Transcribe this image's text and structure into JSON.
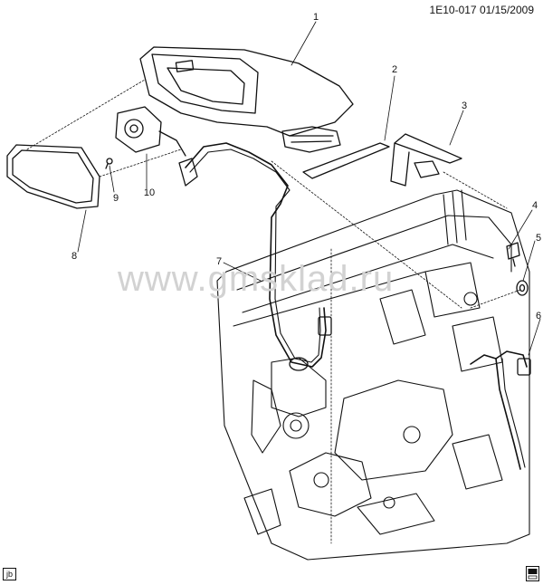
{
  "header": {
    "code": "1E10-017",
    "date": "01/15/2009"
  },
  "watermark": "www.gmsklad.ru",
  "corner_tag": "jb",
  "callouts": [
    {
      "id": "1",
      "label": "1"
    },
    {
      "id": "2",
      "label": "2"
    },
    {
      "id": "3",
      "label": "3"
    },
    {
      "id": "4",
      "label": "4"
    },
    {
      "id": "5",
      "label": "5"
    },
    {
      "id": "6",
      "label": "6"
    },
    {
      "id": "7",
      "label": "7"
    },
    {
      "id": "8",
      "label": "8"
    },
    {
      "id": "9",
      "label": "9"
    },
    {
      "id": "10",
      "label": "10"
    }
  ],
  "icons": {
    "corner": "vehicle-badge-icon"
  },
  "colors": {
    "line": "#111111",
    "watermark": "#d2d2d2"
  }
}
